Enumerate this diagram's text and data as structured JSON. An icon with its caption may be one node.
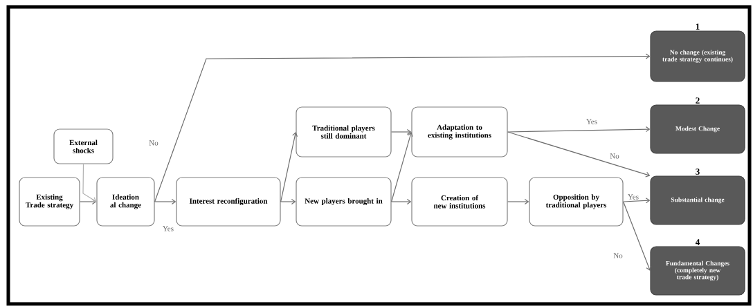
{
  "diagram": {
    "nodes": [
      {
        "text": [
          "Existing Trade strategy"
        ]
      },
      {
        "text": [
          "External shocks"
        ]
      },
      {
        "text": [
          "Ideation al change"
        ]
      },
      {
        "text": [
          "Interest reconfiguration"
        ]
      },
      {
        "text": [
          "Traditional players still dominant"
        ]
      },
      {
        "text": [
          "New players brought in"
        ]
      },
      {
        "text": [
          "Adaptation to existing institutions"
        ]
      },
      {
        "text": [
          "Creation of new institutions"
        ]
      },
      {
        "text": [
          "Opposition by traditional players"
        ]
      },
      {
        "text": [
          "No change (existing trade strategy continues)"
        ],
        "beside": [
          "1"
        ]
      },
      {
        "text": [
          "Modest Change"
        ],
        "beside": [
          "2"
        ]
      },
      {
        "text": [
          "Substantial change"
        ],
        "beside": [
          "3"
        ]
      },
      {
        "text": [
          "Fundamental Changes (completely new trade strategy)"
        ],
        "beside": [
          "4"
        ]
      }
    ],
    "edges": [
      {
        "from": 0,
        "to": 2,
        "arrow": "to"
      },
      {
        "from": 1,
        "to": 2,
        "arrow": "to",
        "color": "#b0b0b0"
      },
      {
        "from": 2,
        "to": 9,
        "arrow": "to",
        "label": "No"
      },
      {
        "from": 2,
        "to": 3,
        "arrow": "to",
        "label": "Yes"
      },
      {
        "from": 3,
        "to": 4,
        "arrow": "to"
      },
      {
        "from": 3,
        "to": 5,
        "arrow": "to"
      },
      {
        "from": 4,
        "to": 6,
        "arrow": "to"
      },
      {
        "from": 5,
        "to": 6,
        "arrow": "to"
      },
      {
        "from": 5,
        "to": 7,
        "arrow": "to"
      },
      {
        "from": 6,
        "to": 10,
        "arrow": "to",
        "label": "Yes"
      },
      {
        "from": 6,
        "to": 11,
        "arrow": "to",
        "label": "No"
      },
      {
        "from": 7,
        "to": 8,
        "arrow": "to"
      },
      {
        "from": 8,
        "to": 11,
        "arrow": "to",
        "label": "Yes"
      },
      {
        "from": 8,
        "to": 12,
        "arrow": "to",
        "label": "No"
      }
    ]
  }
}
